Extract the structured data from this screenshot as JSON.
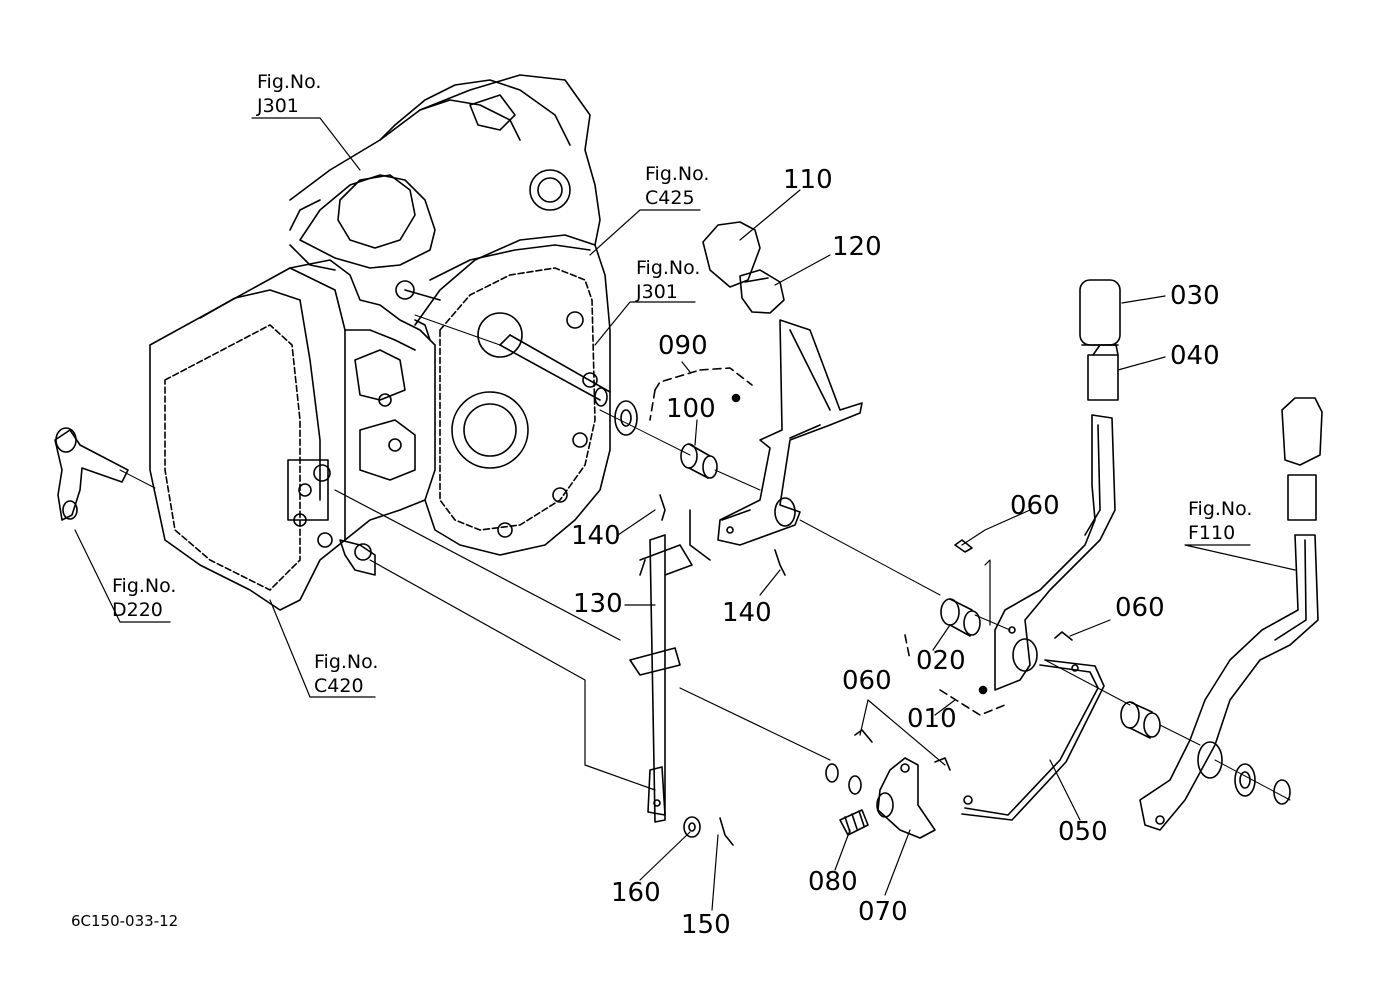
{
  "diagram_code": "6C150-033-12",
  "figure_refs": [
    {
      "id": "fig-j301-top",
      "label": "Fig.No.",
      "code": "J301"
    },
    {
      "id": "fig-c425",
      "label": "Fig.No.",
      "code": "C425"
    },
    {
      "id": "fig-j301-mid",
      "label": "Fig.No.",
      "code": "J301"
    },
    {
      "id": "fig-d220",
      "label": "Fig.No.",
      "code": "D220"
    },
    {
      "id": "fig-c420",
      "label": "Fig.No.",
      "code": "C420"
    },
    {
      "id": "fig-f110",
      "label": "Fig.No.",
      "code": "F110"
    }
  ],
  "part_numbers": {
    "p110": "110",
    "p120": "120",
    "p030": "030",
    "p040": "040",
    "p090": "090",
    "p100": "100",
    "p060a": "060",
    "p060b": "060",
    "p060c": "060",
    "p140a": "140",
    "p140b": "140",
    "p130": "130",
    "p020": "020",
    "p010": "010",
    "p050": "050",
    "p160": "160",
    "p150": "150",
    "p080": "080",
    "p070": "070"
  }
}
